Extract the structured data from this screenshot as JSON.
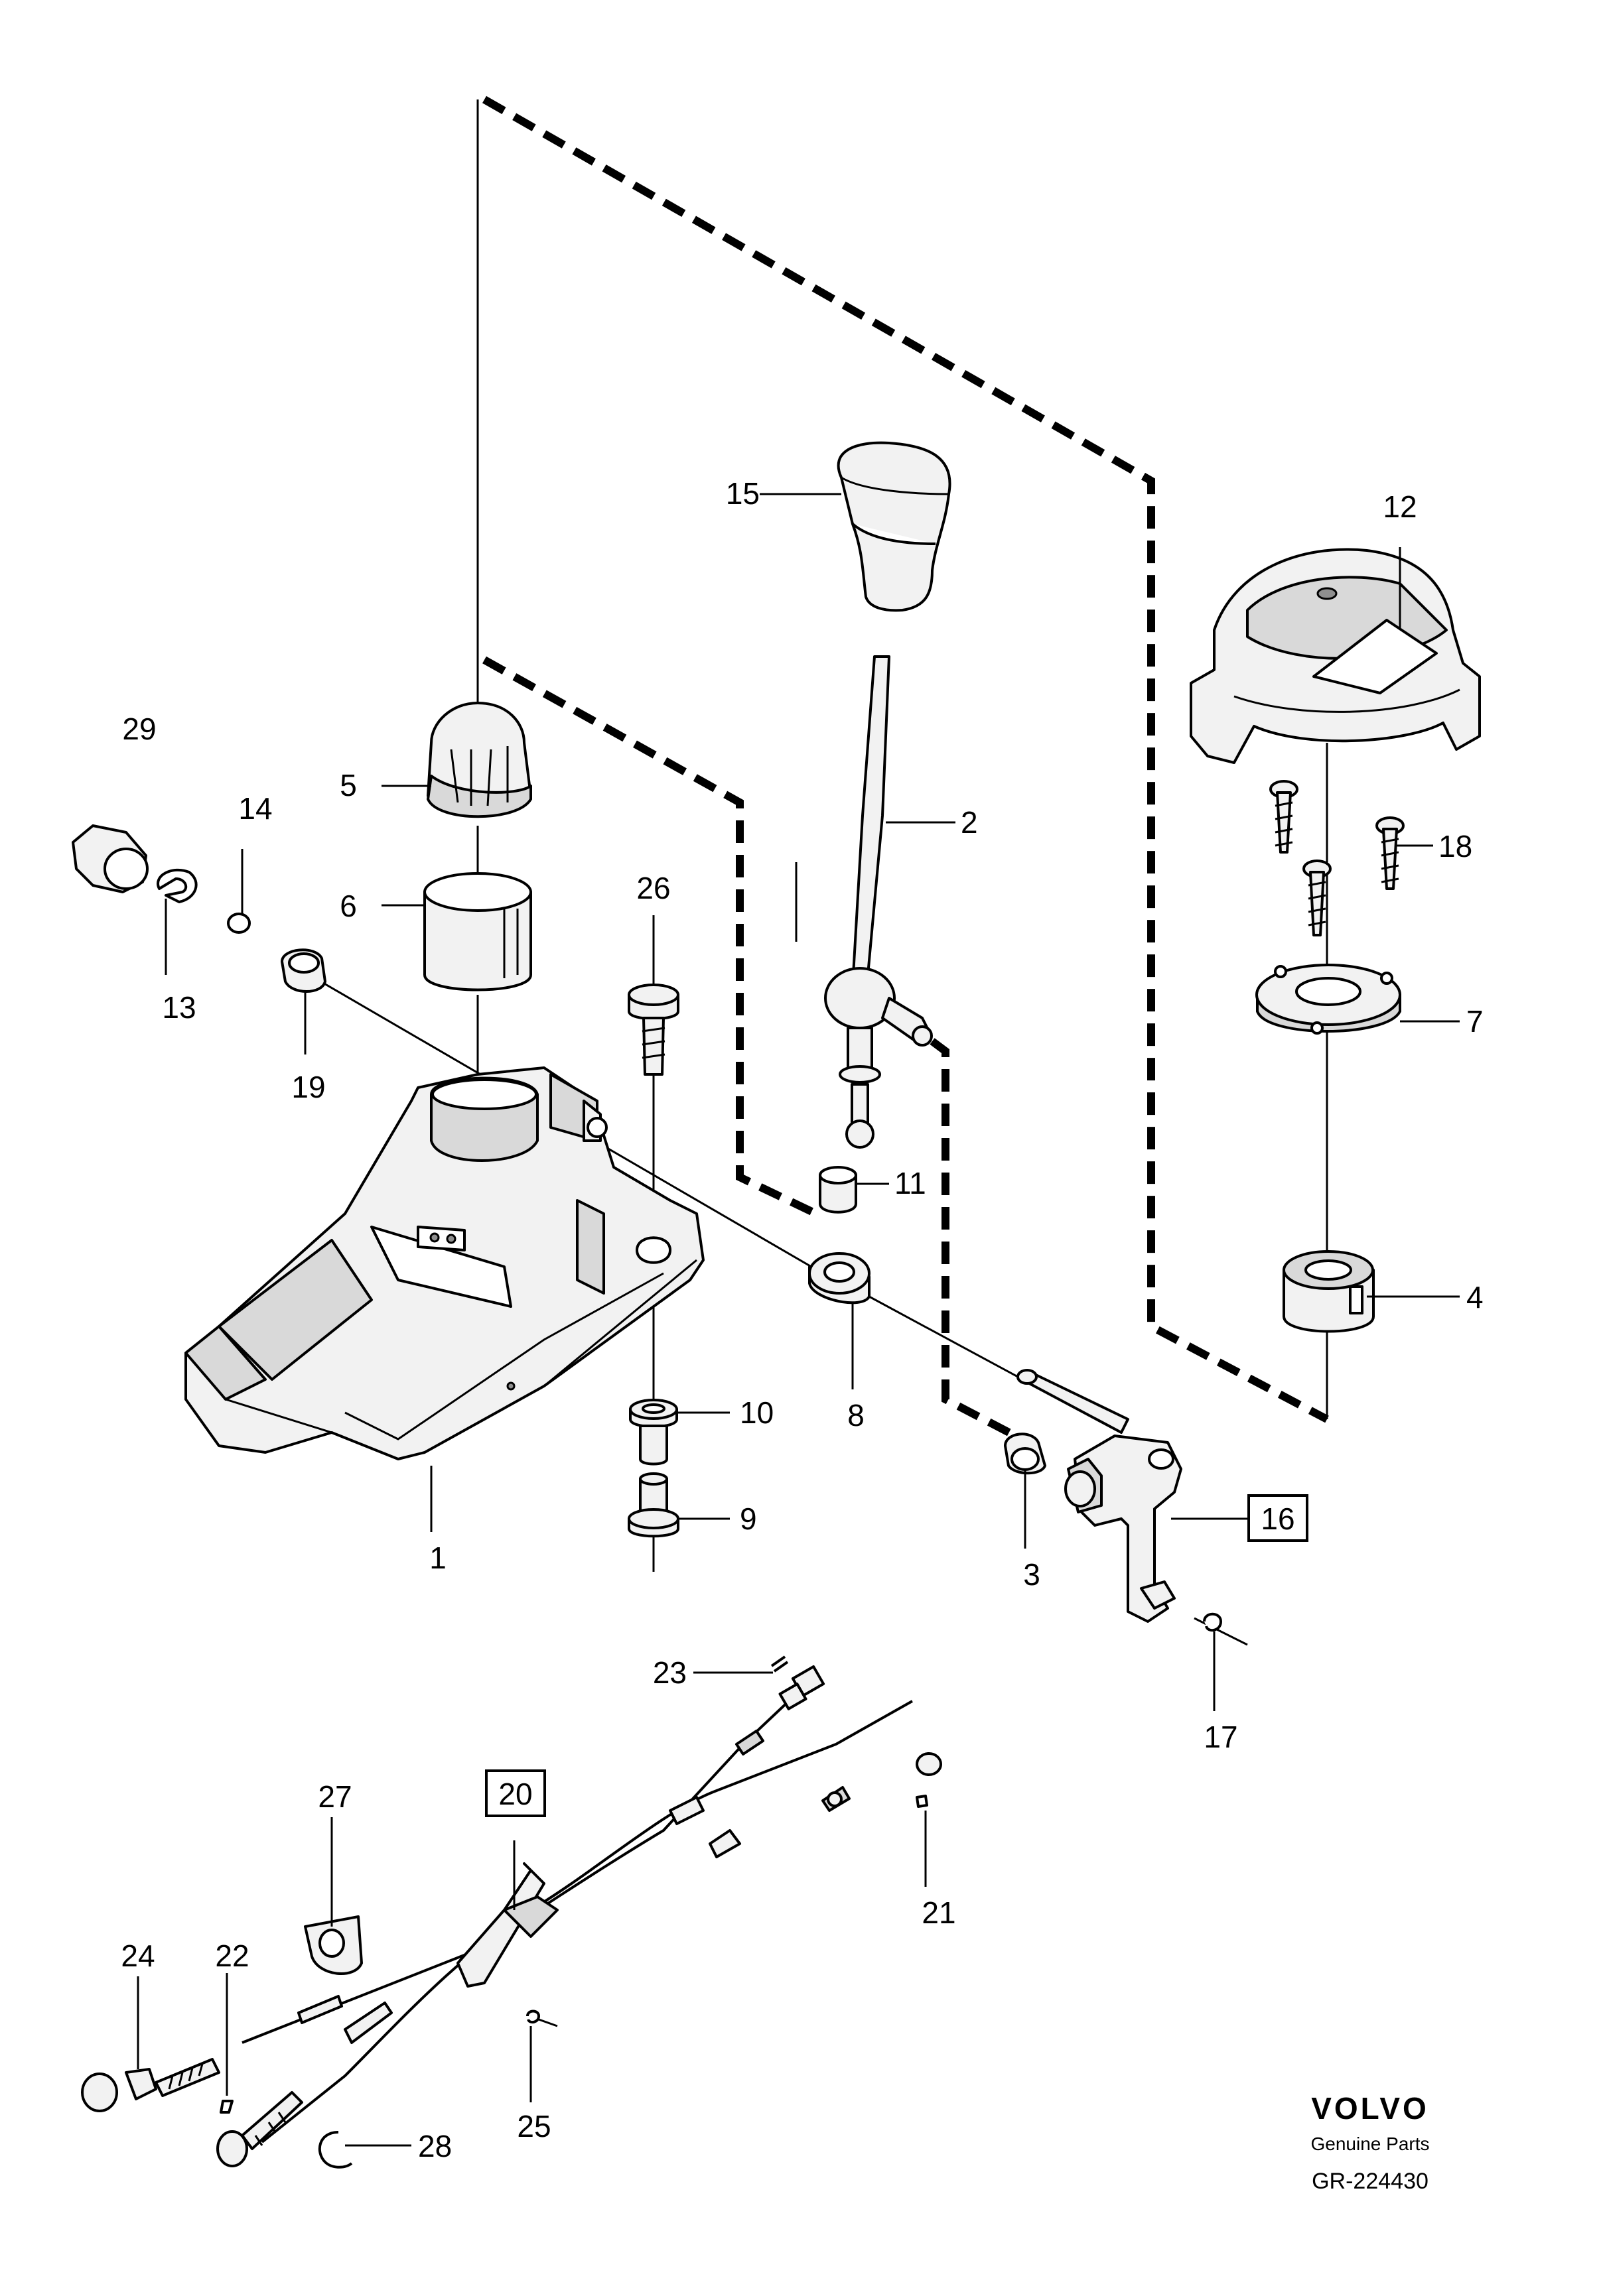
{
  "diagram": {
    "brand": "VOLVO",
    "tagline": "Genuine Parts",
    "reference": "GR-224430"
  },
  "callouts": [
    {
      "id": "1",
      "boxed": false
    },
    {
      "id": "2",
      "boxed": false
    },
    {
      "id": "3",
      "boxed": false
    },
    {
      "id": "4",
      "boxed": false
    },
    {
      "id": "5",
      "boxed": false
    },
    {
      "id": "6",
      "boxed": false
    },
    {
      "id": "7",
      "boxed": false
    },
    {
      "id": "8",
      "boxed": false
    },
    {
      "id": "9",
      "boxed": false
    },
    {
      "id": "10",
      "boxed": false
    },
    {
      "id": "11",
      "boxed": false
    },
    {
      "id": "12",
      "boxed": false
    },
    {
      "id": "13",
      "boxed": false
    },
    {
      "id": "14",
      "boxed": false
    },
    {
      "id": "15",
      "boxed": false
    },
    {
      "id": "16",
      "boxed": true
    },
    {
      "id": "17",
      "boxed": false
    },
    {
      "id": "18",
      "boxed": false
    },
    {
      "id": "19",
      "boxed": false
    },
    {
      "id": "20",
      "boxed": true
    },
    {
      "id": "21",
      "boxed": false
    },
    {
      "id": "22",
      "boxed": false
    },
    {
      "id": "23",
      "boxed": false
    },
    {
      "id": "24",
      "boxed": false
    },
    {
      "id": "25",
      "boxed": false
    },
    {
      "id": "26",
      "boxed": false
    },
    {
      "id": "27",
      "boxed": false
    },
    {
      "id": "28",
      "boxed": false
    },
    {
      "id": "29",
      "boxed": false
    }
  ]
}
